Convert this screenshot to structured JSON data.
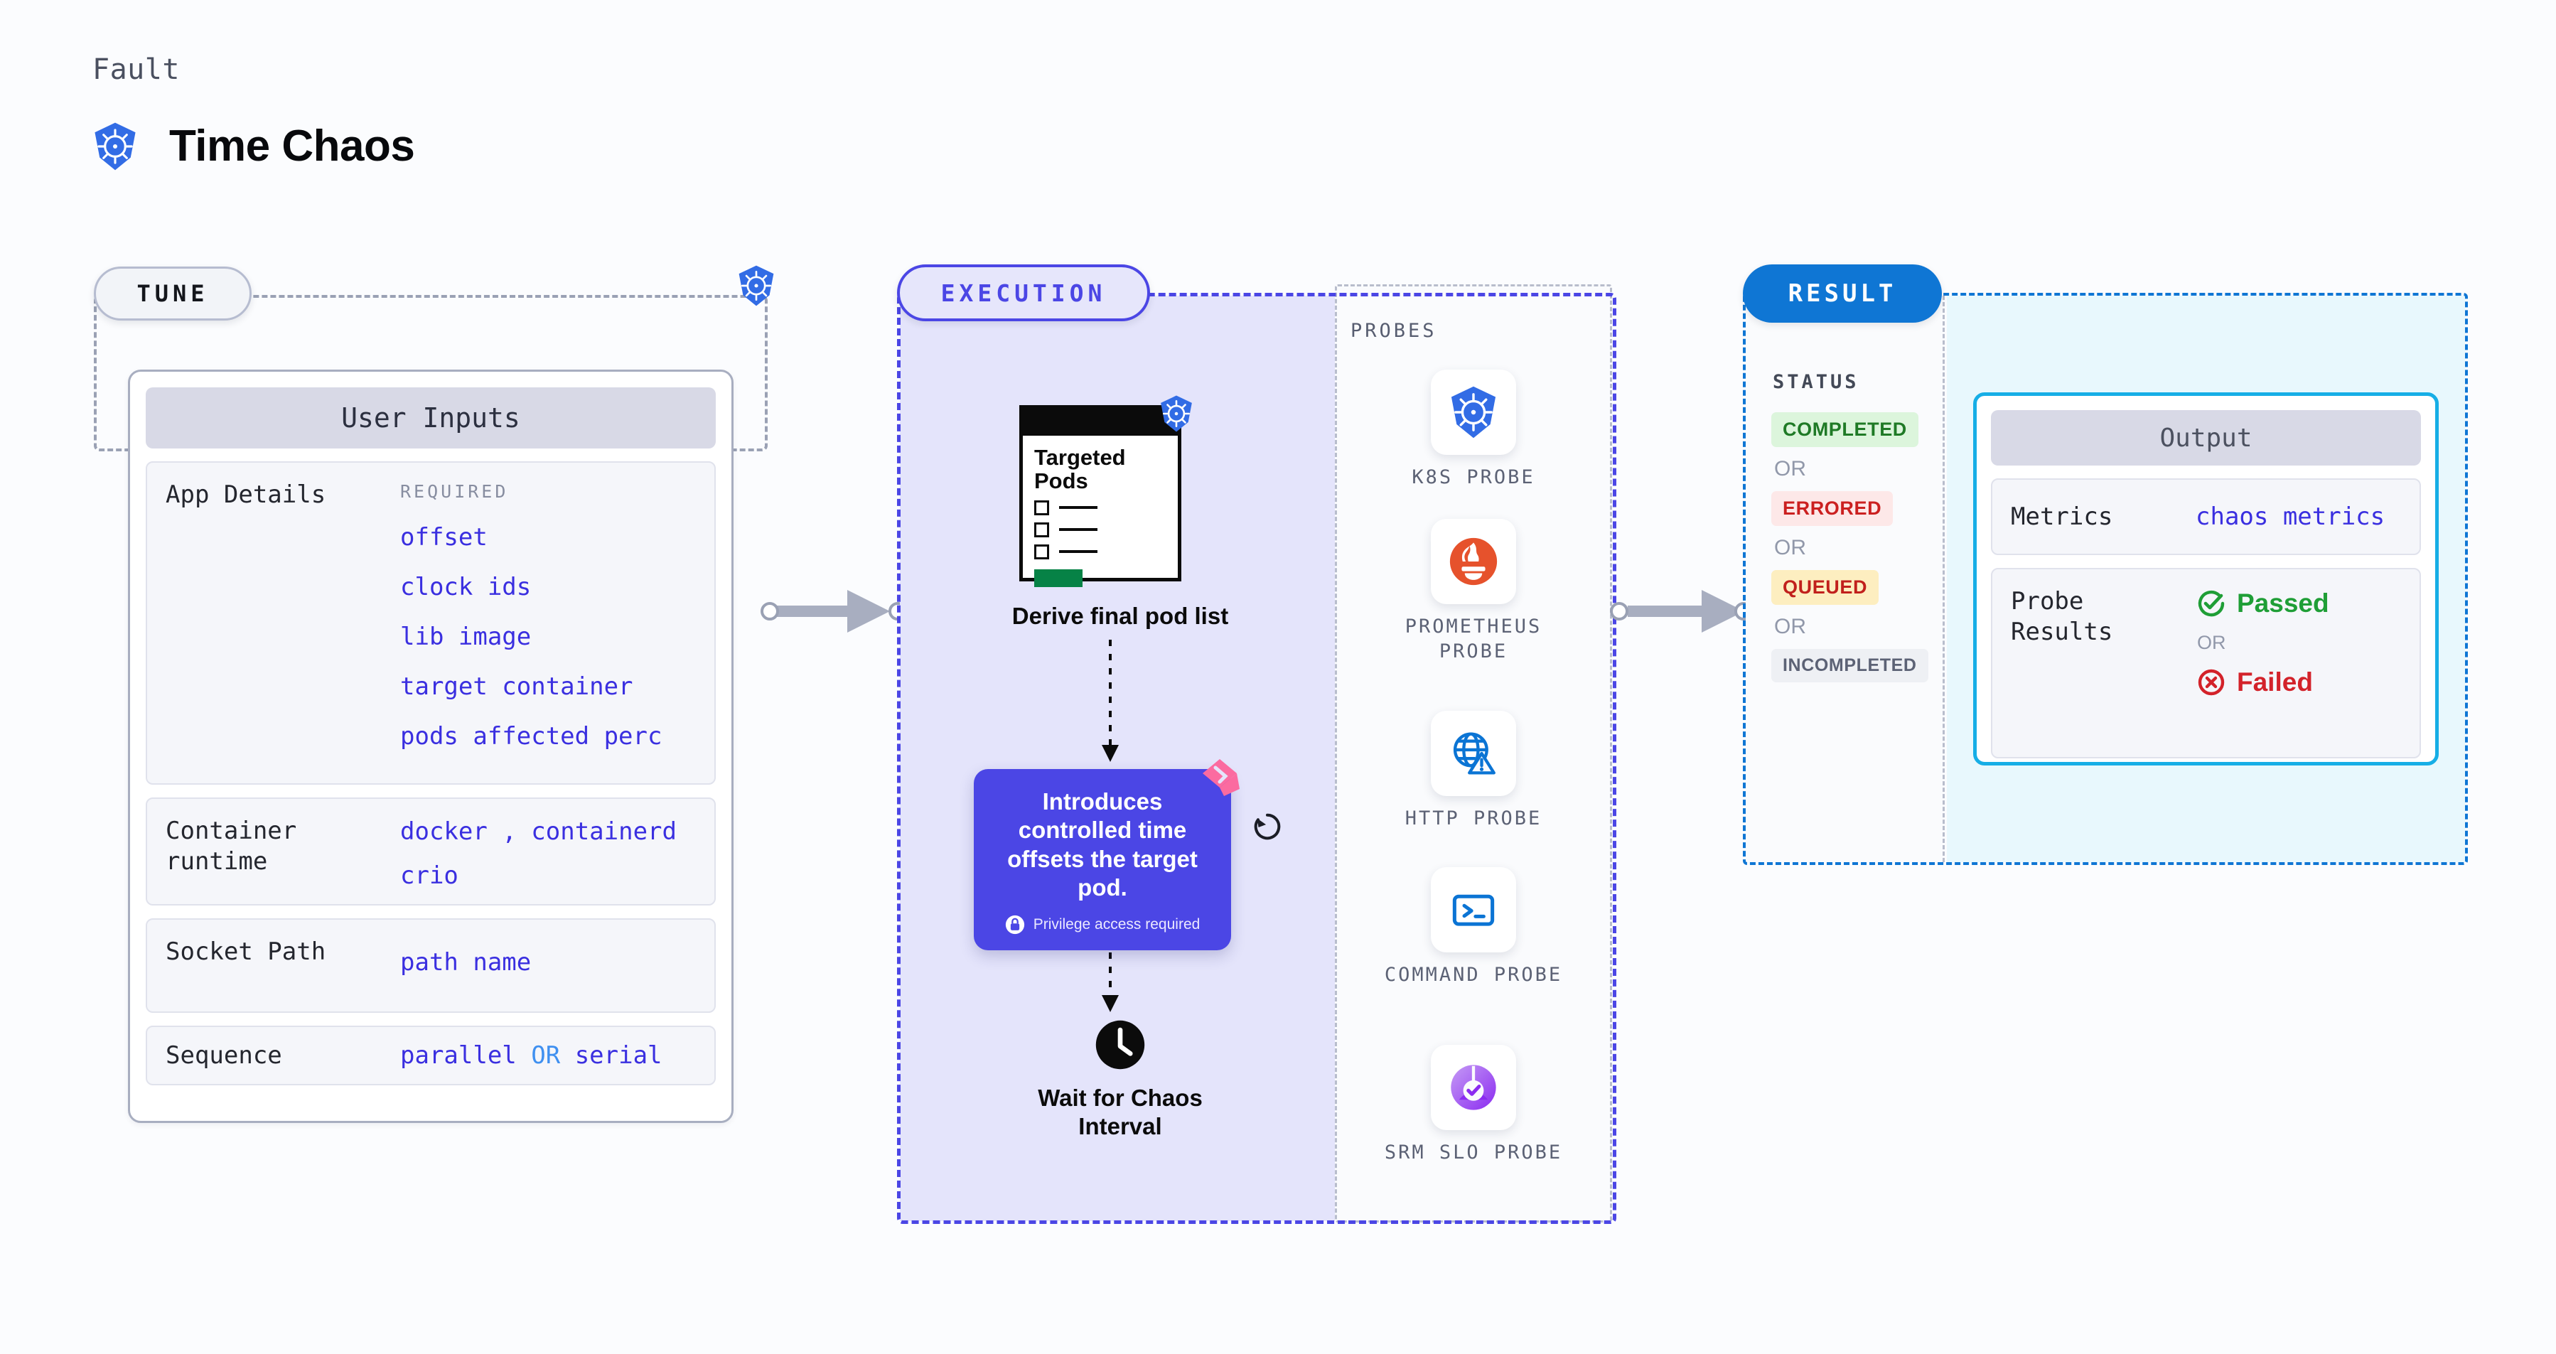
{
  "header": {
    "kicker": "Fault",
    "title": "Time Chaos",
    "logo_icon": "kubernetes-icon"
  },
  "colors": {
    "indigo": "#3a2fe0",
    "execution_purple": "#4b46e5",
    "result_blue": "#0f76d4",
    "output_cyan": "#16aee6",
    "k8s_blue": "#326ce5",
    "prometheus_orange": "#e6522c",
    "success_green": "#1f9e36",
    "error_red": "#d3222a",
    "queued_amber": "#fdeec0",
    "ribbon_pink": "#fb6ba0"
  },
  "tune": {
    "tag": "TUNE",
    "badge_icon": "kubernetes-icon",
    "card_title": "User Inputs",
    "rows": [
      {
        "label": "App Details",
        "required_tag": "REQUIRED",
        "values": [
          "offset",
          "clock ids",
          "lib image",
          "target container",
          "pods affected perc"
        ]
      },
      {
        "label": "Container runtime",
        "value_line_1_a": "docker",
        "value_line_1_sep": ",",
        "value_line_1_b": "containerd",
        "value_line_2": "crio"
      },
      {
        "label": "Socket Path",
        "value": "path name"
      },
      {
        "label": "Sequence",
        "value_a": "parallel",
        "value_sep": "OR",
        "value_b": "serial"
      }
    ]
  },
  "execution": {
    "tag": "EXECUTION",
    "pods_card": {
      "title": "Targeted Pods",
      "badge_icon": "kubernetes-icon",
      "checkbox_count": 3
    },
    "derive_label": "Derive final pod list",
    "tooltip": {
      "text": "Introduces controlled time offsets the target pod.",
      "note": "Privilege access required",
      "note_icon": "lock-icon",
      "ribbon_icon": "ribbon-icon"
    },
    "refresh_icon": "refresh-icon",
    "wait_step": {
      "icon": "clock-icon",
      "label": "Wait for Chaos Interval"
    }
  },
  "probes": {
    "title": "PROBES",
    "items": [
      {
        "label": "K8S PROBE",
        "icon": "kubernetes-icon"
      },
      {
        "label": "PROMETHEUS PROBE",
        "icon": "prometheus-icon"
      },
      {
        "label": "HTTP PROBE",
        "icon": "globe-warning-icon"
      },
      {
        "label": "COMMAND PROBE",
        "icon": "terminal-icon"
      },
      {
        "label": "SRM SLO PROBE",
        "icon": "slo-donut-check-icon"
      }
    ]
  },
  "result": {
    "tag": "RESULT",
    "status_title": "STATUS",
    "or_label": "OR",
    "statuses": [
      {
        "label": "COMPLETED",
        "bg": "#dcf5dc",
        "fg": "#1f7a26"
      },
      {
        "label": "ERRORED",
        "bg": "#fde8e8",
        "fg": "#cb2020"
      },
      {
        "label": "QUEUED",
        "bg": "#fdeec0",
        "fg": "#c1201c"
      },
      {
        "label": "INCOMPLETED",
        "bg": "#eef0f4",
        "fg": "#5c6275"
      }
    ],
    "output": {
      "title": "Output",
      "metrics_label": "Metrics",
      "metrics_value": "chaos metrics",
      "probe_results_label": "Probe Results",
      "passed_label": "Passed",
      "passed_icon": "check-circle-icon",
      "failed_label": "Failed",
      "failed_icon": "x-circle-icon",
      "or_label": "OR"
    }
  }
}
